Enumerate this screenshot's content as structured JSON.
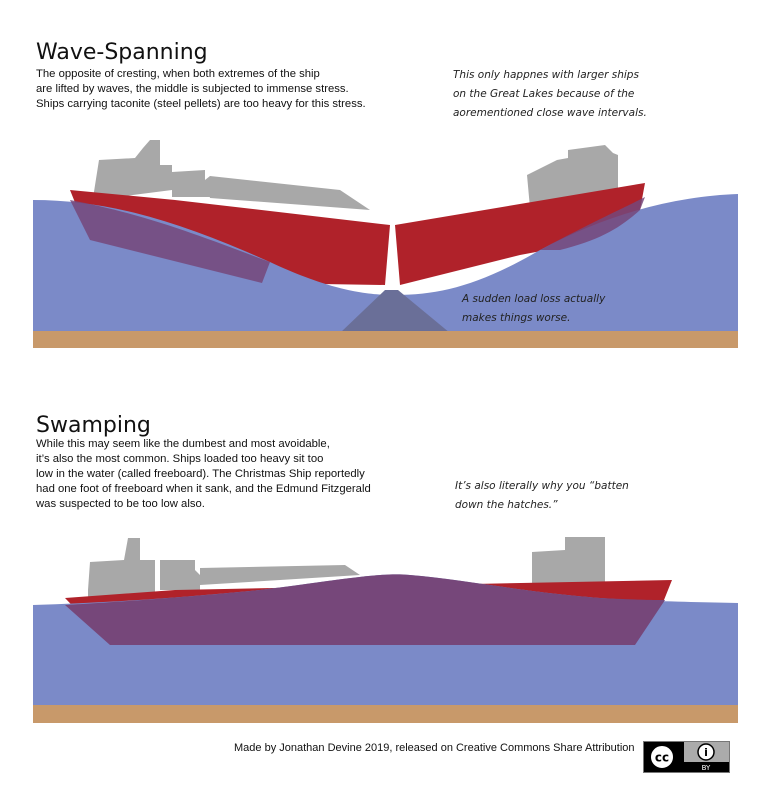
{
  "sections": [
    {
      "title": "Wave-Spanning",
      "description": "The opposite of cresting, when both extremes of the ship\nare lifted by waves, the middle is subjected to immense stress.\nShips carrying taconite (steel pellets) are too heavy for this stress.",
      "notes": [
        "This only happnes with larger ships\non the Great Lakes because of the\naorementioned close wave intervals.",
        "A sudden load loss actually\nmakes things worse."
      ]
    },
    {
      "title": "Swamping",
      "description": "While this may seem like the dumbest and most avoidable,\nit’s also the most common. Ships loaded too heavy sit too\nlow in the water (called freeboard). The Christmas Ship reportedly\nhad one foot of freeboard when it sank, and the Edmund Fitzgerald\nwas suspected to be too low also.",
      "notes": [
        "It’s also literally why you “batten\ndown the hatches.”"
      ]
    }
  ],
  "credit": "Made by Jonathan Devine 2019, released on Creative Commons Share Attribution",
  "license_badge": {
    "left": "cc",
    "right_top": "i",
    "right_bottom": "BY"
  },
  "colors": {
    "water": "#7b8ac8",
    "hull": "#b0222a",
    "cabin": "#a8a8a8",
    "seabed": "#c8996a",
    "submerged_hull": "#76477a",
    "load": "#6a6f98"
  }
}
